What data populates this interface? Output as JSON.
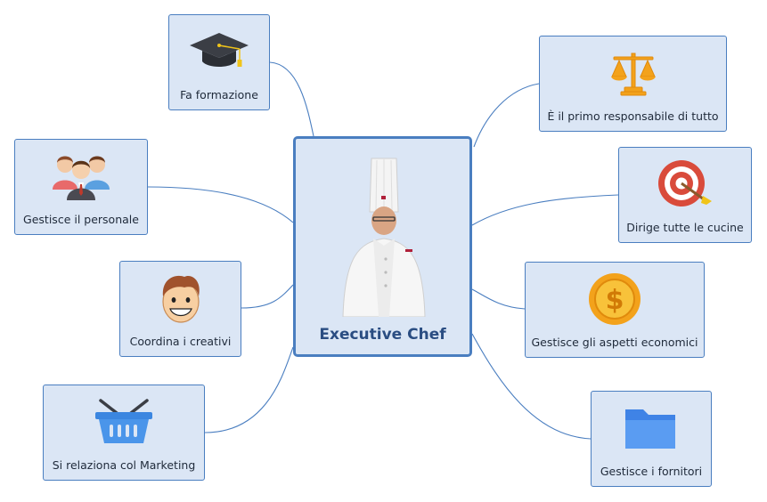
{
  "central": {
    "title": "Executive Chef"
  },
  "nodes": {
    "formazione": "Fa formazione",
    "personale": "Gestisce il personale",
    "creativi": "Coordina i creativi",
    "marketing": "Si relaziona col Marketing",
    "responsabile": "È il primo responsabile di tutto",
    "cucine": "Dirige tutte le cucine",
    "economici": "Gestisce gli aspetti economici",
    "fornitori": "Gestisce i fornitori"
  },
  "icons": {
    "formazione": "graduation-cap-icon",
    "personale": "team-people-icon",
    "creativi": "smiling-face-icon",
    "marketing": "shopping-basket-icon",
    "responsabile": "balance-scale-icon",
    "cucine": "target-icon",
    "economici": "dollar-coin-icon",
    "fornitori": "folder-icon"
  },
  "colors": {
    "node_fill": "#dbe6f5",
    "node_border": "#4a7ec0",
    "connector": "#4a7ec0",
    "title": "#2a4d82"
  }
}
